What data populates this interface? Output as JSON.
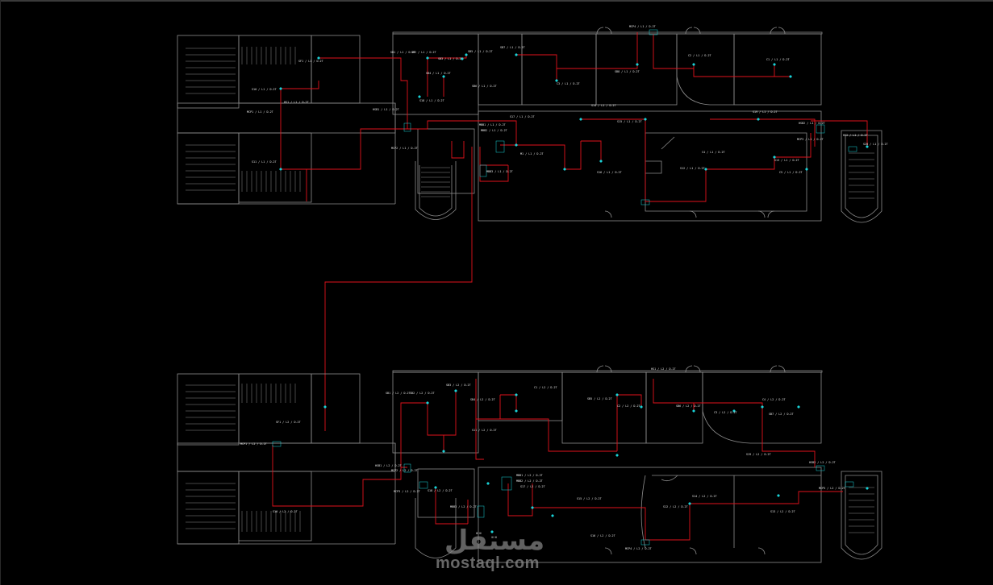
{
  "watermark": {
    "text": "mostaql.com",
    "logo_text": "مستقل"
  },
  "colors": {
    "wall": "#8c8c8c",
    "wire": "#e0121c",
    "device": "#19d3d8",
    "label": "#e8e8e8",
    "background": "#000000"
  },
  "floor1": {
    "labels": [
      {
        "id": "sf1",
        "text": "SF1 / L1 / D-2T"
      },
      {
        "id": "sb1",
        "text": "SB1 / L1 / D-2T"
      },
      {
        "id": "sb2",
        "text": "SB2 / L1 / D-2T"
      },
      {
        "id": "sb3",
        "text": "SB3 / L1 / D-2T"
      },
      {
        "id": "sb4",
        "text": "SB4 / L1 / D-2T"
      },
      {
        "id": "sb5",
        "text": "SB5 / L1 / D-2T"
      },
      {
        "id": "sb6",
        "text": "SB6 / L1 / D-2T"
      },
      {
        "id": "sb7",
        "text": "SB7 / L1 / D-2T"
      },
      {
        "id": "sb8",
        "text": "SB8 / L1 / D-2T"
      },
      {
        "id": "c1",
        "text": "C1 / L1 / D-2T"
      },
      {
        "id": "c2",
        "text": "C2 / L1 / D-2T"
      },
      {
        "id": "c3",
        "text": "C3 / L1 / D-2T"
      },
      {
        "id": "c4",
        "text": "C4 / L1 / D-2T"
      },
      {
        "id": "c5",
        "text": "C5 / L1 / D-2T"
      },
      {
        "id": "m1",
        "text": "M1 / L1 / D-2T"
      },
      {
        "id": "mcp1",
        "text": "MCP1 / L1 / D-2T"
      },
      {
        "id": "mcp2",
        "text": "MCP2 / L1 / D-2T"
      },
      {
        "id": "mcp3",
        "text": "MCP3 / L1 / D-2T"
      },
      {
        "id": "mcp4",
        "text": "MCP4 / L1 / D-2T"
      },
      {
        "id": "hs1",
        "text": "HS1 / L1 / D-2T"
      },
      {
        "id": "hs2",
        "text": "HS2 / L1 / D-2T"
      },
      {
        "id": "hsb1",
        "text": "HSB1 / L1 / D-2T"
      },
      {
        "id": "hsb2",
        "text": "HSB2 / L1 / D-2T"
      },
      {
        "id": "mbb1",
        "text": "MBB1 / L1 / D-2T"
      },
      {
        "id": "mbb2",
        "text": "MBB2 / L1 / D-2T"
      },
      {
        "id": "mbb3",
        "text": "MBB3 / L1 / D-2T"
      },
      {
        "id": "s10",
        "text": "S10 / L1 / D-2T"
      },
      {
        "id": "s11",
        "text": "S11 / L1 / D-2T"
      },
      {
        "id": "s12",
        "text": "S12 / L1 / D-2T"
      },
      {
        "id": "s13",
        "text": "S13 / L1 / D-2T"
      },
      {
        "id": "s14",
        "text": "S14 / L1 / D-2T"
      },
      {
        "id": "s15",
        "text": "S15 / L1 / D-2T"
      },
      {
        "id": "s16",
        "text": "S16 / L1 / D-2T"
      },
      {
        "id": "s17",
        "text": "S17 / L1 / D-2T"
      },
      {
        "id": "s18",
        "text": "S18 / L1 / D-2T"
      },
      {
        "id": "s19",
        "text": "S19 / L1 / D-2T"
      },
      {
        "id": "s20",
        "text": "S20 / L1 / D-2T"
      }
    ]
  },
  "floor2": {
    "labels": [
      {
        "id": "sf1",
        "text": "SF1 / L2 / D-2T"
      },
      {
        "id": "sb1",
        "text": "SB1 / L2 / D-2T"
      },
      {
        "id": "sb2",
        "text": "SB2 / L2 / D-2T"
      },
      {
        "id": "sb3",
        "text": "SB3 / L2 / D-2T"
      },
      {
        "id": "sb4",
        "text": "SB4 / L2 / D-2T"
      },
      {
        "id": "sb5",
        "text": "SB5 / L2 / D-2T"
      },
      {
        "id": "sb6",
        "text": "SB6 / L2 / D-2T"
      },
      {
        "id": "sb7",
        "text": "SB7 / L2 / D-2T"
      },
      {
        "id": "c1",
        "text": "C1 / L2 / D-2T"
      },
      {
        "id": "c2",
        "text": "C2 / L2 / D-2T"
      },
      {
        "id": "c3",
        "text": "C3 / L2 / D-2T"
      },
      {
        "id": "c4",
        "text": "C4 / L2 / D-2T"
      },
      {
        "id": "mcp1",
        "text": "MCP1 / L2 / D-2T"
      },
      {
        "id": "mcp2",
        "text": "MCP2 / L2 / D-2T"
      },
      {
        "id": "mcp3",
        "text": "MCP3 / L2 / D-2T"
      },
      {
        "id": "mcp4",
        "text": "MCP4 / L2 / D-2T"
      },
      {
        "id": "mcp5",
        "text": "MCP5 / L2 / D-2T"
      },
      {
        "id": "hs1",
        "text": "HS1 / L2 / D-2T"
      },
      {
        "id": "hsb1",
        "text": "HSB1 / L2 / D-2T"
      },
      {
        "id": "hsb2",
        "text": "HSB2 / L2 / D-2T"
      },
      {
        "id": "mbb1",
        "text": "MBB1 / L2 / D-2T"
      },
      {
        "id": "mbb2",
        "text": "MBB2 / L2 / D-2T"
      },
      {
        "id": "mbb3",
        "text": "MBB3 / L2 / D-2T"
      },
      {
        "id": "s10",
        "text": "S10 / L2 / D-2T"
      },
      {
        "id": "s11",
        "text": "S11 / L2 / D-2T"
      },
      {
        "id": "s12",
        "text": "S12 / L2 / D-2T"
      },
      {
        "id": "s13",
        "text": "S13 / L2 / D-2T"
      },
      {
        "id": "s14",
        "text": "S14 / L2 / D-2T"
      },
      {
        "id": "s15",
        "text": "S15 / L2 / D-2T"
      },
      {
        "id": "s16",
        "text": "S16 / L2 / D-2T"
      },
      {
        "id": "s17",
        "text": "S17 / L2 / D-2T"
      },
      {
        "id": "s18",
        "text": "S18 / L2 / D-2T"
      },
      {
        "id": "s19",
        "text": "S19 / L2 / D-2T"
      }
    ]
  }
}
